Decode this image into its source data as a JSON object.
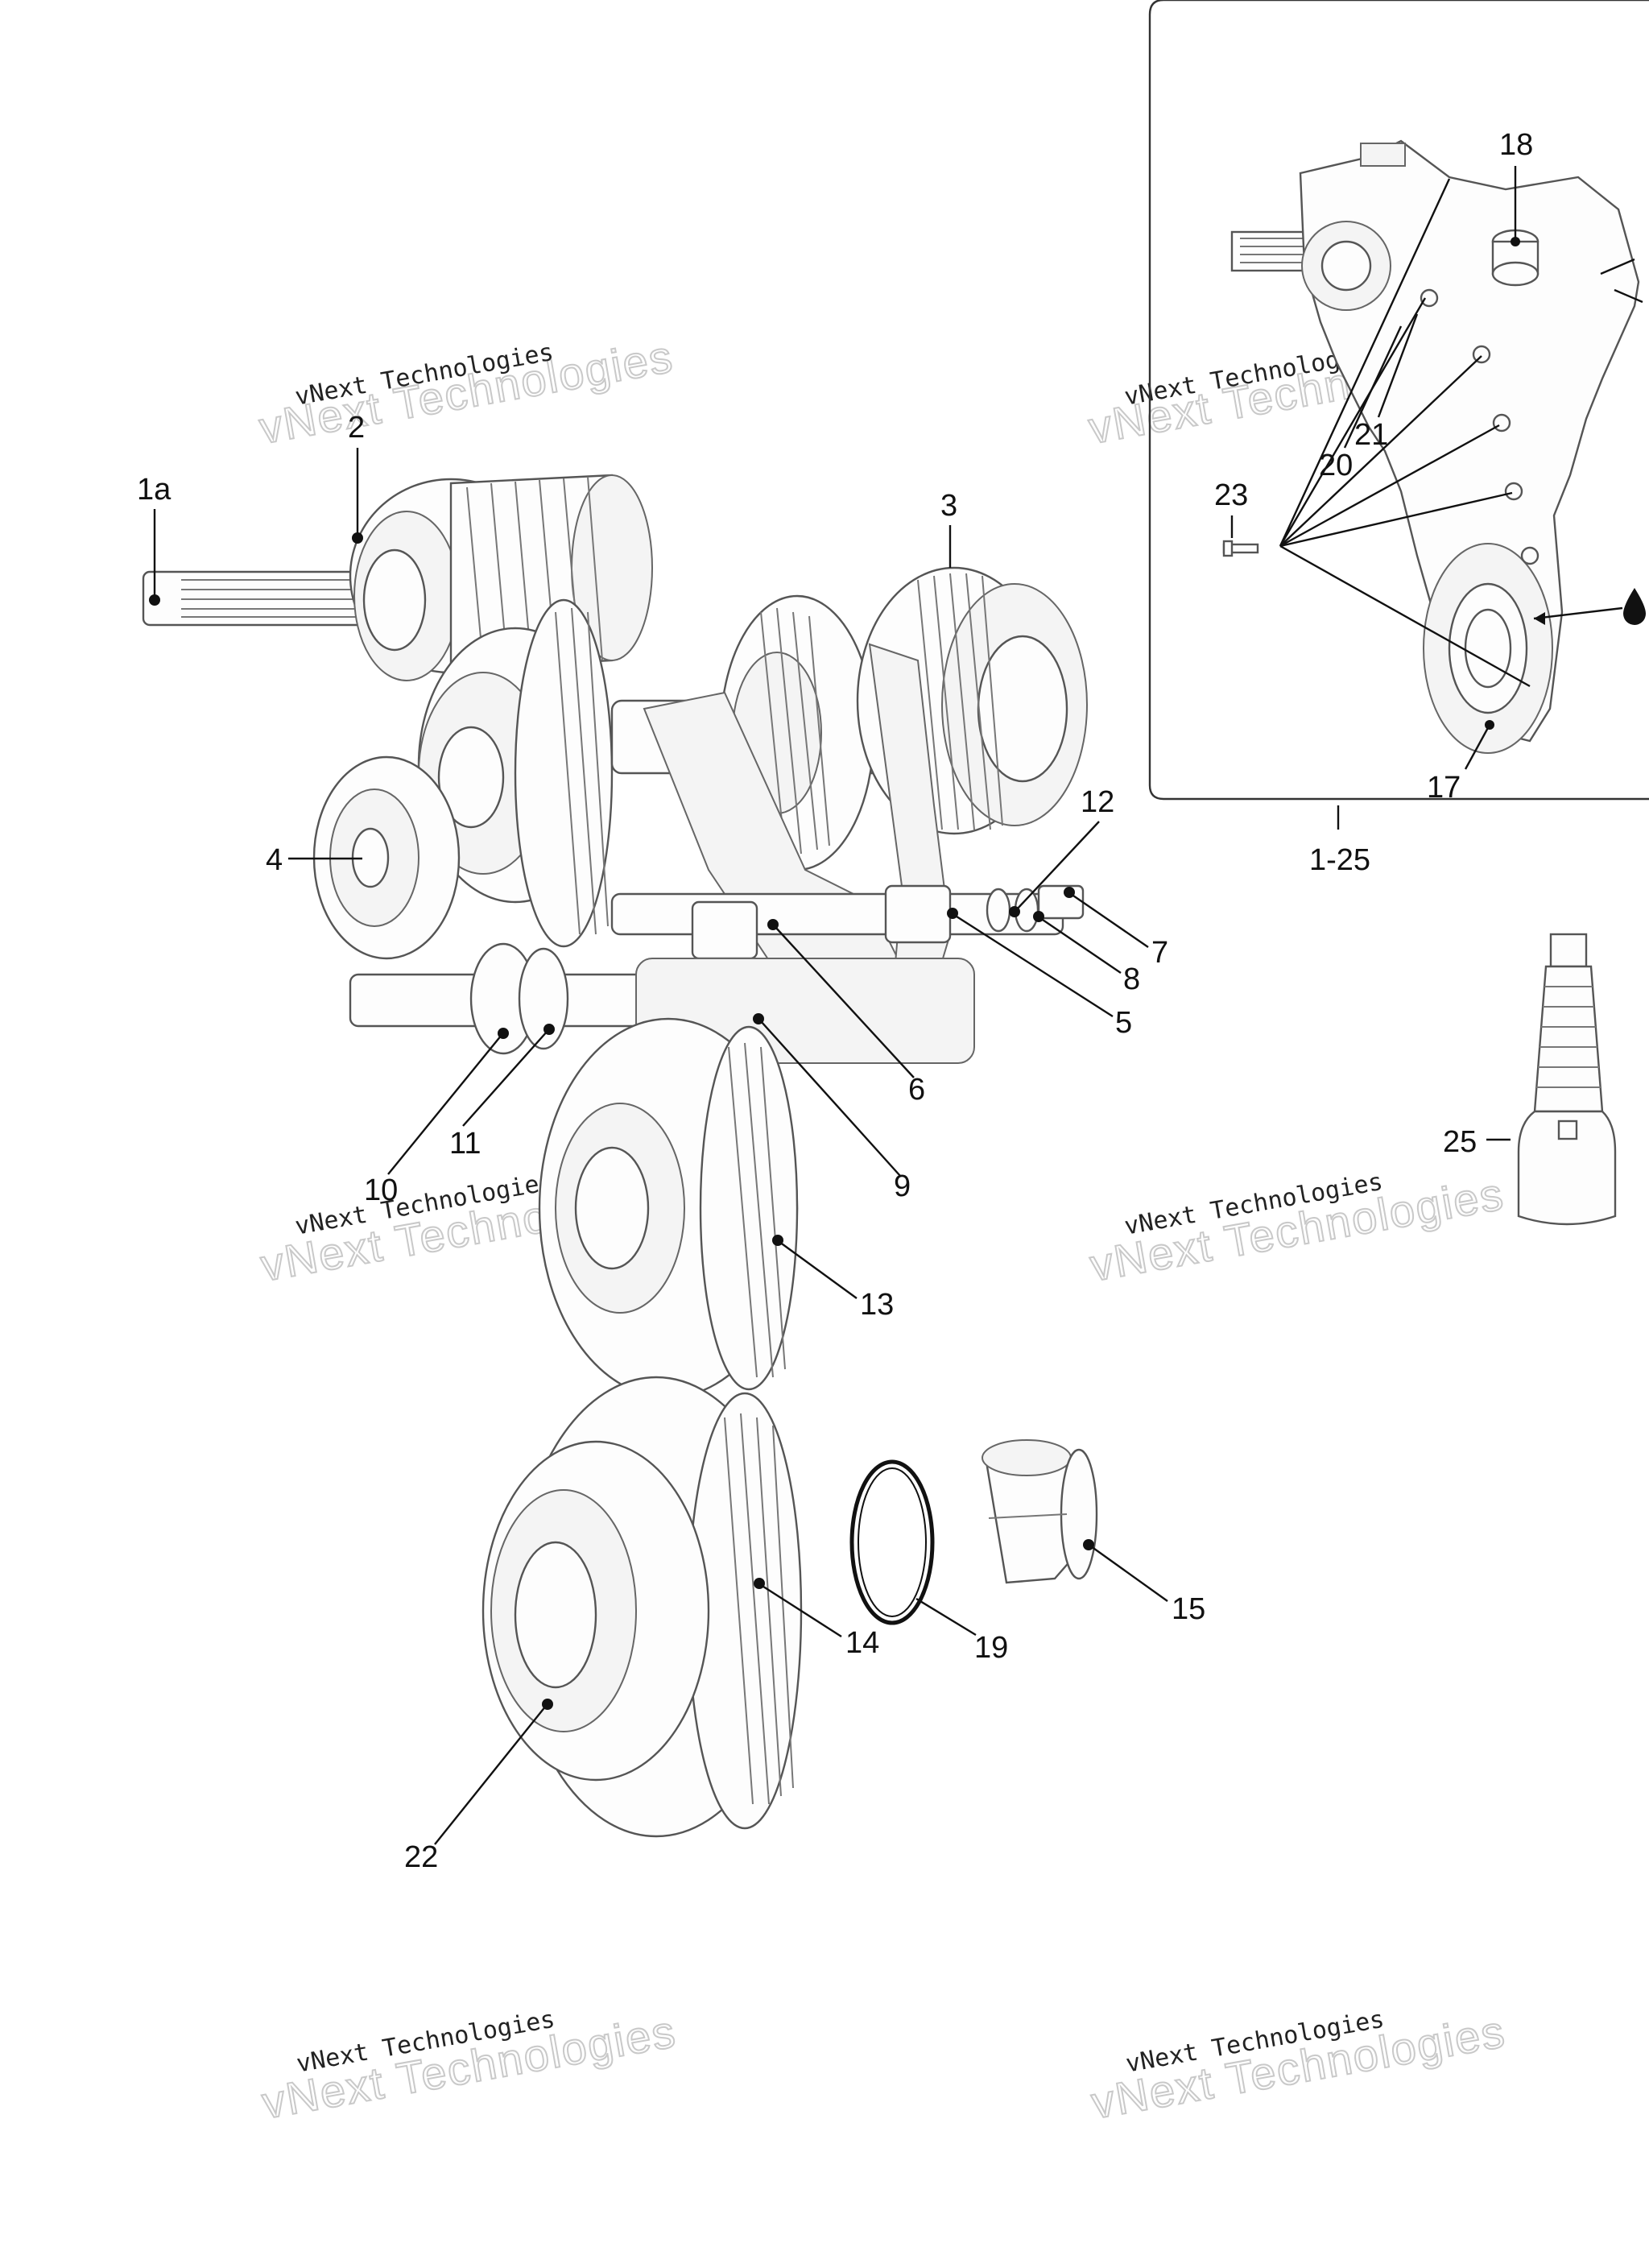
{
  "watermark": {
    "line1": "vNext Technologies",
    "line2": "vNext Technologies"
  },
  "callouts": {
    "c1a": "1a",
    "c2": "2",
    "c3": "3",
    "c4": "4",
    "c5": "5",
    "c6": "6",
    "c7": "7",
    "c8": "8",
    "c9": "9",
    "c10": "10",
    "c11": "11",
    "c12": "12",
    "c13": "13",
    "c14": "14",
    "c15": "15",
    "c17": "17",
    "c18": "18",
    "c19": "19",
    "c20": "20",
    "c21": "21",
    "c22": "22",
    "c23": "23",
    "c25": "25",
    "c1_25": "1-25"
  }
}
